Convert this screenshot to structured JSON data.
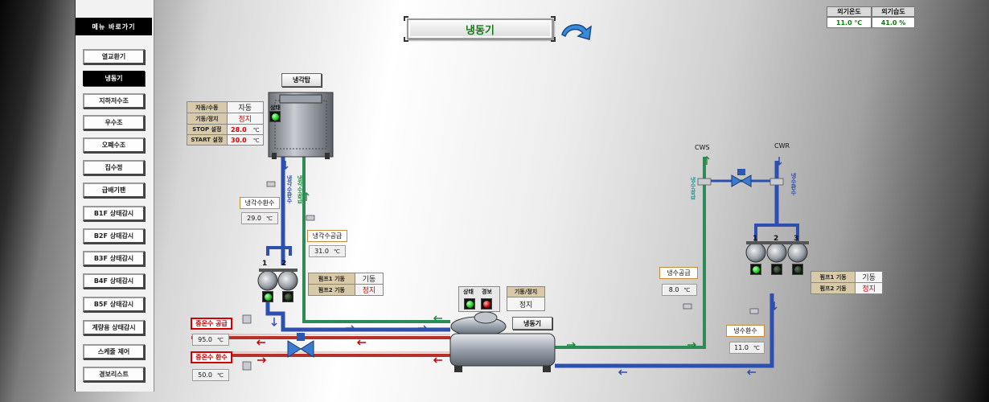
{
  "menu": {
    "header": "메뉴 바로가기",
    "items": [
      {
        "label": "열교환기",
        "active": false
      },
      {
        "label": "냉동기",
        "active": true
      },
      {
        "label": "지하저수조",
        "active": false
      },
      {
        "label": "우수조",
        "active": false
      },
      {
        "label": "오폐수조",
        "active": false
      },
      {
        "label": "집수정",
        "active": false
      },
      {
        "label": "급배기팬",
        "active": false
      },
      {
        "label": "B1F 상태감시",
        "active": false
      },
      {
        "label": "B2F 상태감시",
        "active": false
      },
      {
        "label": "B3F 상태감시",
        "active": false
      },
      {
        "label": "B4F 상태감시",
        "active": false
      },
      {
        "label": "B5F 상태감시",
        "active": false
      },
      {
        "label": "계량용 상태감시",
        "active": false
      },
      {
        "label": "스케줄 제어",
        "active": false
      },
      {
        "label": "경보리스트",
        "active": false
      }
    ]
  },
  "header": {
    "title": "냉동기",
    "back_icon": "curved-arrow-back-icon"
  },
  "outside": {
    "temp_label": "외기온도",
    "hum_label": "외기습도",
    "temp_value": "11.0 ℃",
    "hum_value": "41.0 %"
  },
  "cooling_tower": {
    "button": "냉각탑",
    "status_label": "상태",
    "status": "green",
    "controls": [
      {
        "label": "자동/수동",
        "value": "자동",
        "red": false
      },
      {
        "label": "기동/정지",
        "value": "정지",
        "red": true
      },
      {
        "label": "STOP 설정",
        "value": "28.0",
        "unit": "℃",
        "red": true
      },
      {
        "label": "START 설정",
        "value": "30.0",
        "unit": "℃",
        "red": true
      }
    ]
  },
  "cooling_return": {
    "tag": "냉각수환수",
    "value": "29.0",
    "unit": "℃",
    "pipe_label": "냉각수환수"
  },
  "cooling_supply": {
    "tag": "냉각수공급",
    "value": "31.0",
    "unit": "℃",
    "pipe_label": "냉각수공급"
  },
  "cooling_pumps": {
    "numbers": [
      "1",
      "2"
    ],
    "controls": [
      {
        "label": "펌프1 기동",
        "value": "기동",
        "red": false
      },
      {
        "label": "펌프2 기동",
        "value": "정지",
        "red": true
      }
    ]
  },
  "hot_water_supply": {
    "tag": "중온수 공급",
    "value": "95.0",
    "unit": "℃"
  },
  "hot_water_return": {
    "tag": "중온수 환수",
    "value": "50.0",
    "unit": "℃"
  },
  "chiller": {
    "status_label": "상태",
    "alarm_label": "경보",
    "run_label": "기동/정지",
    "run_value": "정지",
    "name_button": "냉동기"
  },
  "chilled_water": {
    "cws": "CWS",
    "cwr": "CWR",
    "supply_pipe_label": "냉수공급",
    "return_pipe_label": "냉수환수",
    "supply_tag": "냉수공급",
    "supply_value": "8.0",
    "supply_unit": "℃",
    "return_tag": "냉수환수",
    "return_value": "11.0",
    "return_unit": "℃"
  },
  "chilled_pumps": {
    "numbers": [
      "1",
      "2",
      "3"
    ],
    "controls": [
      {
        "label": "펌프1 기동",
        "value": "기동",
        "red": false
      },
      {
        "label": "펌프2 기동",
        "value": "정지",
        "red": true
      }
    ]
  },
  "colors": {
    "pipe_blue": "#3a5fcd",
    "pipe_green": "#2e8b57",
    "pipe_red": "#c0392b",
    "pipe_cyan": "#1b9a9a",
    "lamp_green": "#14c814",
    "lamp_red": "#c80000"
  }
}
